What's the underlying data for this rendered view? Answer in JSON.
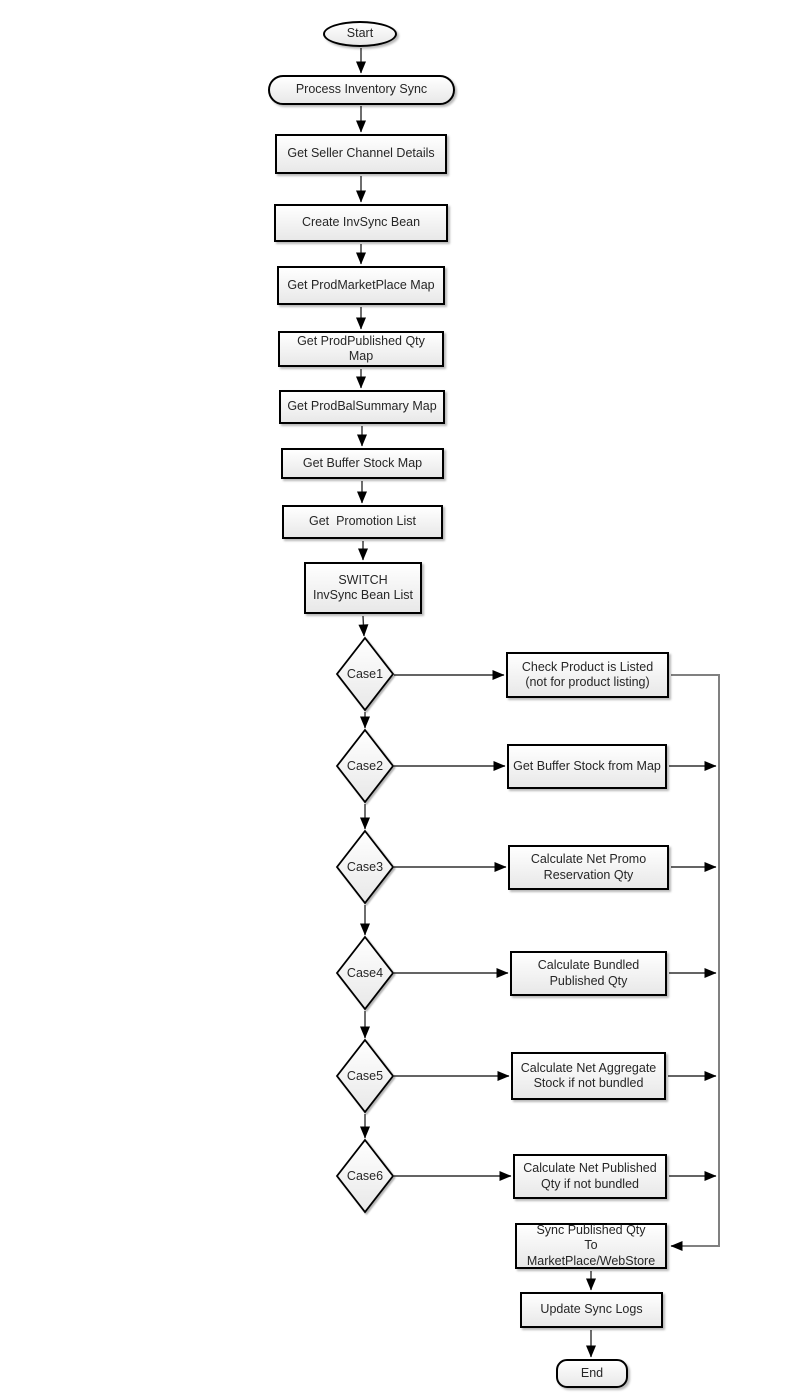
{
  "diagram": {
    "type": "flowchart",
    "colors": {
      "shape_fill_top": "#ffffff",
      "shape_fill_bottom": "#e8e8e8",
      "shape_border": "#000000",
      "connector": "#303030",
      "merge_connector": "#808080",
      "text": "#262626"
    },
    "nodes": {
      "start": {
        "label": "Start",
        "shape": "ellipse"
      },
      "process_inventory_sync": {
        "label": "Process Inventory Sync",
        "shape": "rounded"
      },
      "get_seller_channel_details": {
        "label": "Get Seller Channel Details",
        "shape": "rect"
      },
      "create_invsync_bean": {
        "label": "Create InvSync Bean",
        "shape": "rect"
      },
      "get_prodmarketplace_map": {
        "label": "Get ProdMarketPlace Map",
        "shape": "rect"
      },
      "get_prodpublished_qty_map": {
        "label": "Get ProdPublished Qty Map",
        "shape": "rect"
      },
      "get_prodbalsummary_map": {
        "label": "Get ProdBalSummary Map",
        "shape": "rect"
      },
      "get_buffer_stock_map": {
        "label": "Get Buffer Stock Map",
        "shape": "rect"
      },
      "get_promotion_list": {
        "label": "Get  Promotion List",
        "shape": "rect"
      },
      "switch_invsync_bean_list": {
        "label": "SWITCH\nInvSync Bean List",
        "shape": "rect"
      },
      "case1": {
        "label": "Case1",
        "shape": "diamond"
      },
      "case2": {
        "label": "Case2",
        "shape": "diamond"
      },
      "case3": {
        "label": "Case3",
        "shape": "diamond"
      },
      "case4": {
        "label": "Case4",
        "shape": "diamond"
      },
      "case5": {
        "label": "Case5",
        "shape": "diamond"
      },
      "case6": {
        "label": "Case6",
        "shape": "diamond"
      },
      "check_product_is_listed": {
        "label": "Check Product is Listed\n(not for product listing)",
        "shape": "rect"
      },
      "get_buffer_stock_from_map": {
        "label": "Get Buffer Stock from Map",
        "shape": "rect"
      },
      "calculate_net_promo_reservation_qty": {
        "label": "Calculate Net Promo\nReservation Qty",
        "shape": "rect"
      },
      "calculate_bundled_published_qty": {
        "label": "Calculate Bundled\nPublished Qty",
        "shape": "rect"
      },
      "calculate_net_aggregate_stock": {
        "label": "Calculate Net Aggregate\nStock if not bundled",
        "shape": "rect"
      },
      "calculate_net_published_qty": {
        "label": "Calculate Net Published\nQty if not bundled",
        "shape": "rect"
      },
      "sync_published_qty": {
        "label": "Sync Published Qty\nTo MarketPlace/WebStore",
        "shape": "rect"
      },
      "update_sync_logs": {
        "label": "Update Sync Logs",
        "shape": "rect"
      },
      "end": {
        "label": "End",
        "shape": "rounded"
      }
    }
  }
}
